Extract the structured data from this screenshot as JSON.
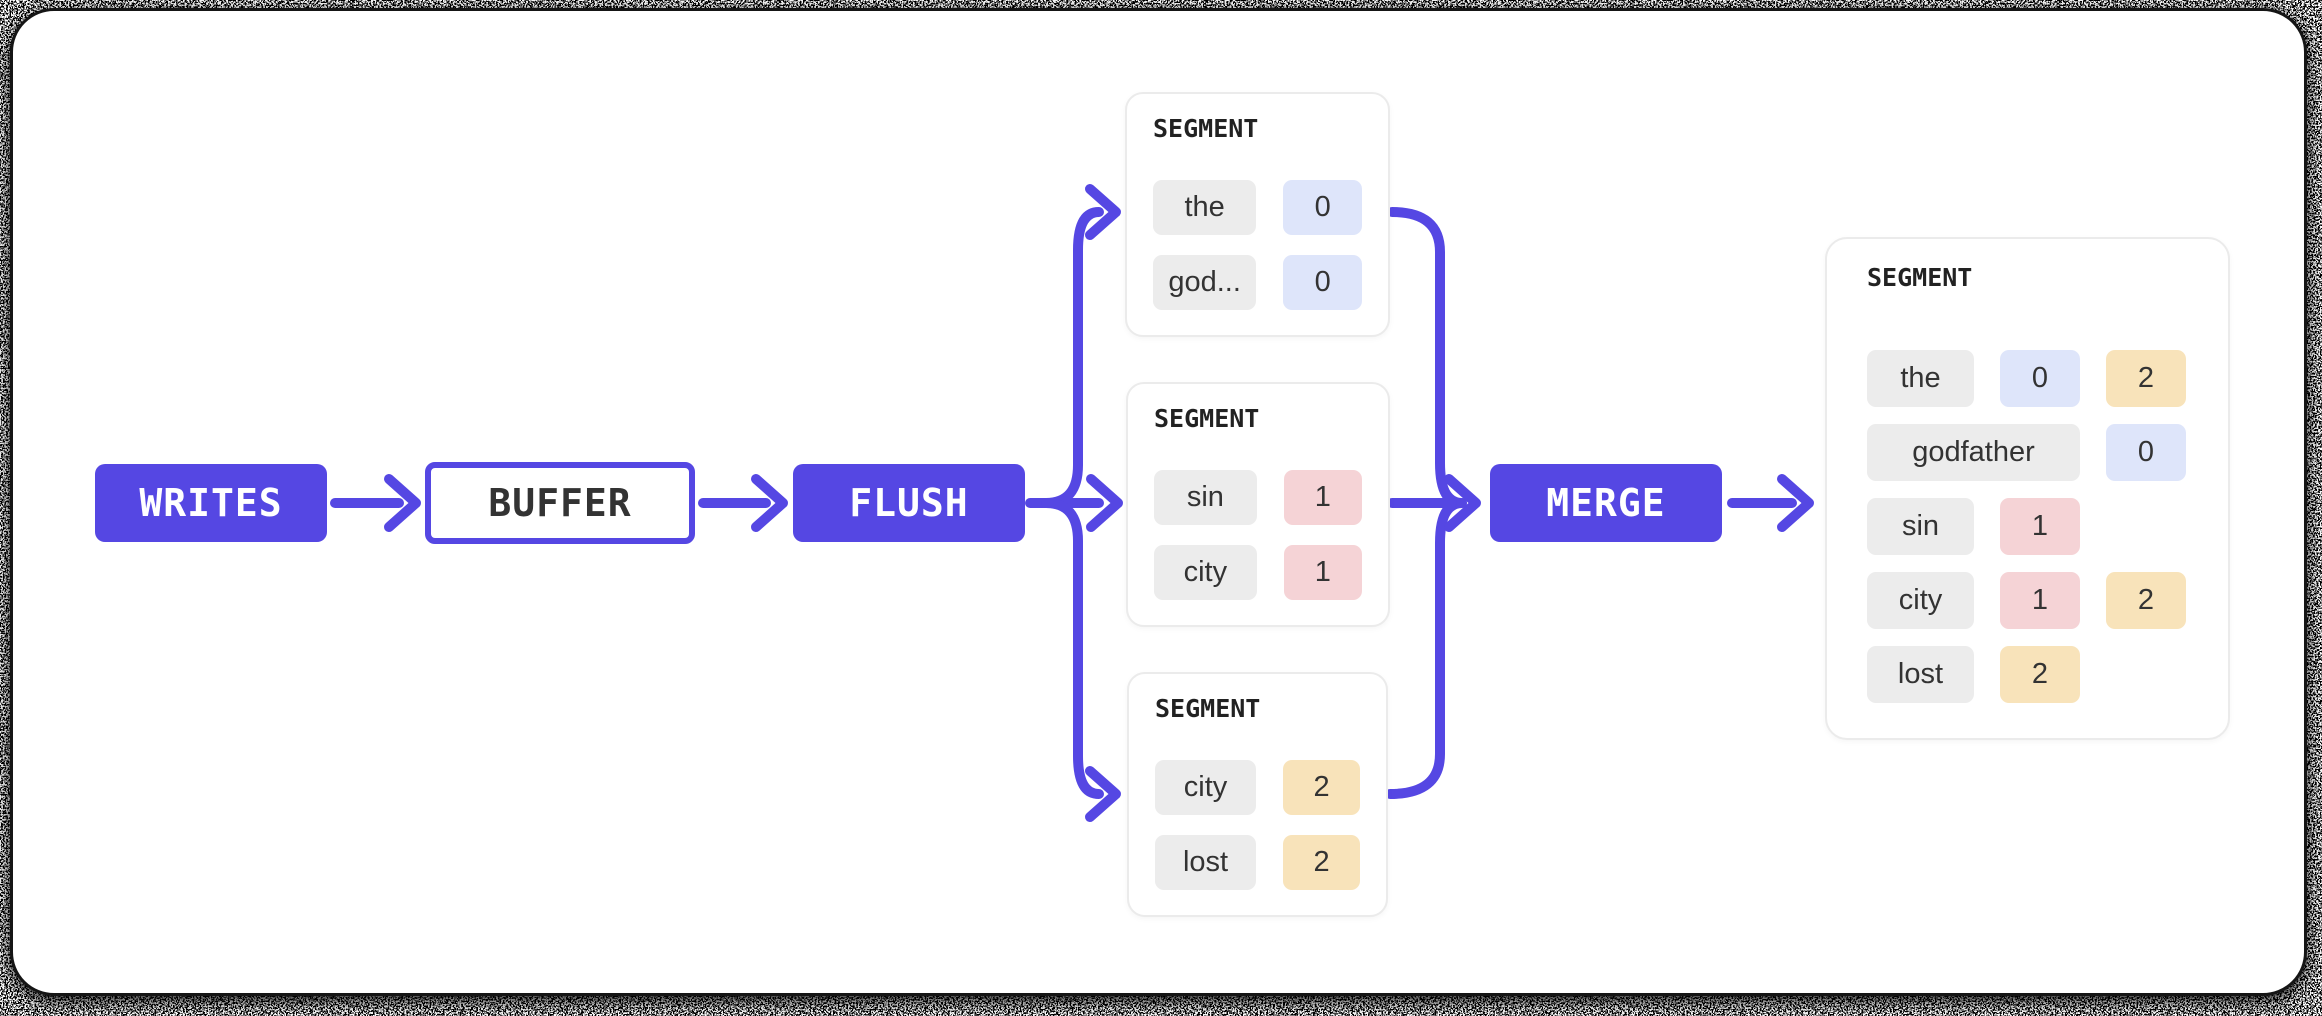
{
  "diagram": {
    "nodes": {
      "writes": {
        "label": "WRITES"
      },
      "buffer": {
        "label": "BUFFER"
      },
      "flush": {
        "label": "FLUSH"
      },
      "merge": {
        "label": "MERGE"
      }
    },
    "segments": [
      {
        "title": "SEGMENT",
        "rows": [
          {
            "term": "the",
            "postings": [
              "0"
            ]
          },
          {
            "term": "god...",
            "postings": [
              "0"
            ]
          }
        ]
      },
      {
        "title": "SEGMENT",
        "rows": [
          {
            "term": "sin",
            "postings": [
              "1"
            ]
          },
          {
            "term": "city",
            "postings": [
              "1"
            ]
          }
        ]
      },
      {
        "title": "SEGMENT",
        "rows": [
          {
            "term": "city",
            "postings": [
              "2"
            ]
          },
          {
            "term": "lost",
            "postings": [
              "2"
            ]
          }
        ]
      }
    ],
    "merged_segment": {
      "title": "SEGMENT",
      "rows": [
        {
          "term": "the",
          "postings": [
            "0",
            "2"
          ]
        },
        {
          "term": "godfather",
          "postings": [
            "0"
          ]
        },
        {
          "term": "sin",
          "postings": [
            "1"
          ]
        },
        {
          "term": "city",
          "postings": [
            "1",
            "2"
          ]
        },
        {
          "term": "lost",
          "postings": [
            "2"
          ]
        }
      ]
    },
    "colors": {
      "accent": "#5547e3",
      "term_pill": "#ececec",
      "segment0_pill": "#dee5fa",
      "segment1_pill": "#f5d3d6",
      "segment2_pill": "#f8e3ba",
      "pill_text": "#333333",
      "title_text": "#222222",
      "canvas_bg": "#ffffff",
      "card_border": "#ebebeb"
    }
  }
}
